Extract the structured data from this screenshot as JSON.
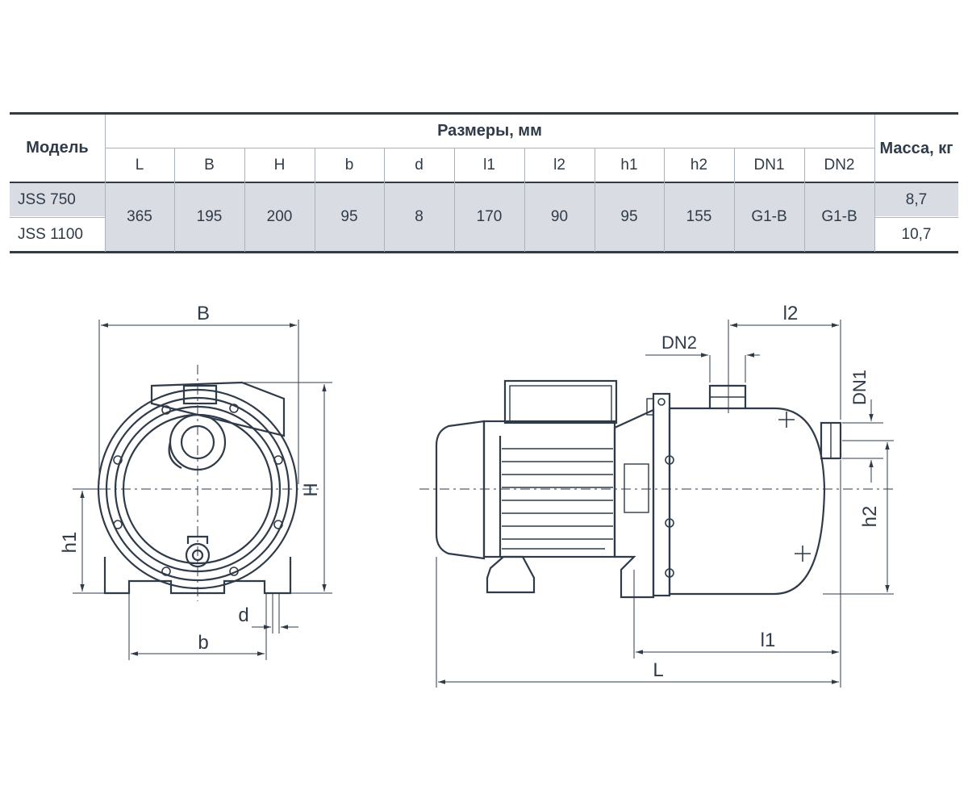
{
  "table": {
    "model_header": "Модель",
    "dims_header": "Размеры, мм",
    "mass_header": "Масса, кг",
    "columns": [
      "L",
      "B",
      "H",
      "b",
      "d",
      "l1",
      "l2",
      "h1",
      "h2",
      "DN1",
      "DN2"
    ],
    "values": [
      "365",
      "195",
      "200",
      "95",
      "8",
      "170",
      "90",
      "95",
      "155",
      "G1-B",
      "G1-B"
    ],
    "models": [
      {
        "name": "JSS 750",
        "mass": "8,7"
      },
      {
        "name": "JSS 1100",
        "mass": "10,7"
      }
    ]
  },
  "drawing": {
    "front_labels": {
      "B": "B",
      "H": "H",
      "h1": "h1",
      "d": "d",
      "b": "b"
    },
    "side_labels": {
      "l2": "l2",
      "DN2": "DN2",
      "DN1": "DN1",
      "h2": "h2",
      "l1": "l1",
      "L": "L"
    }
  },
  "colors": {
    "line": "#2f3b48",
    "shade": "#d9dde3",
    "separator": "#aab2bc"
  }
}
